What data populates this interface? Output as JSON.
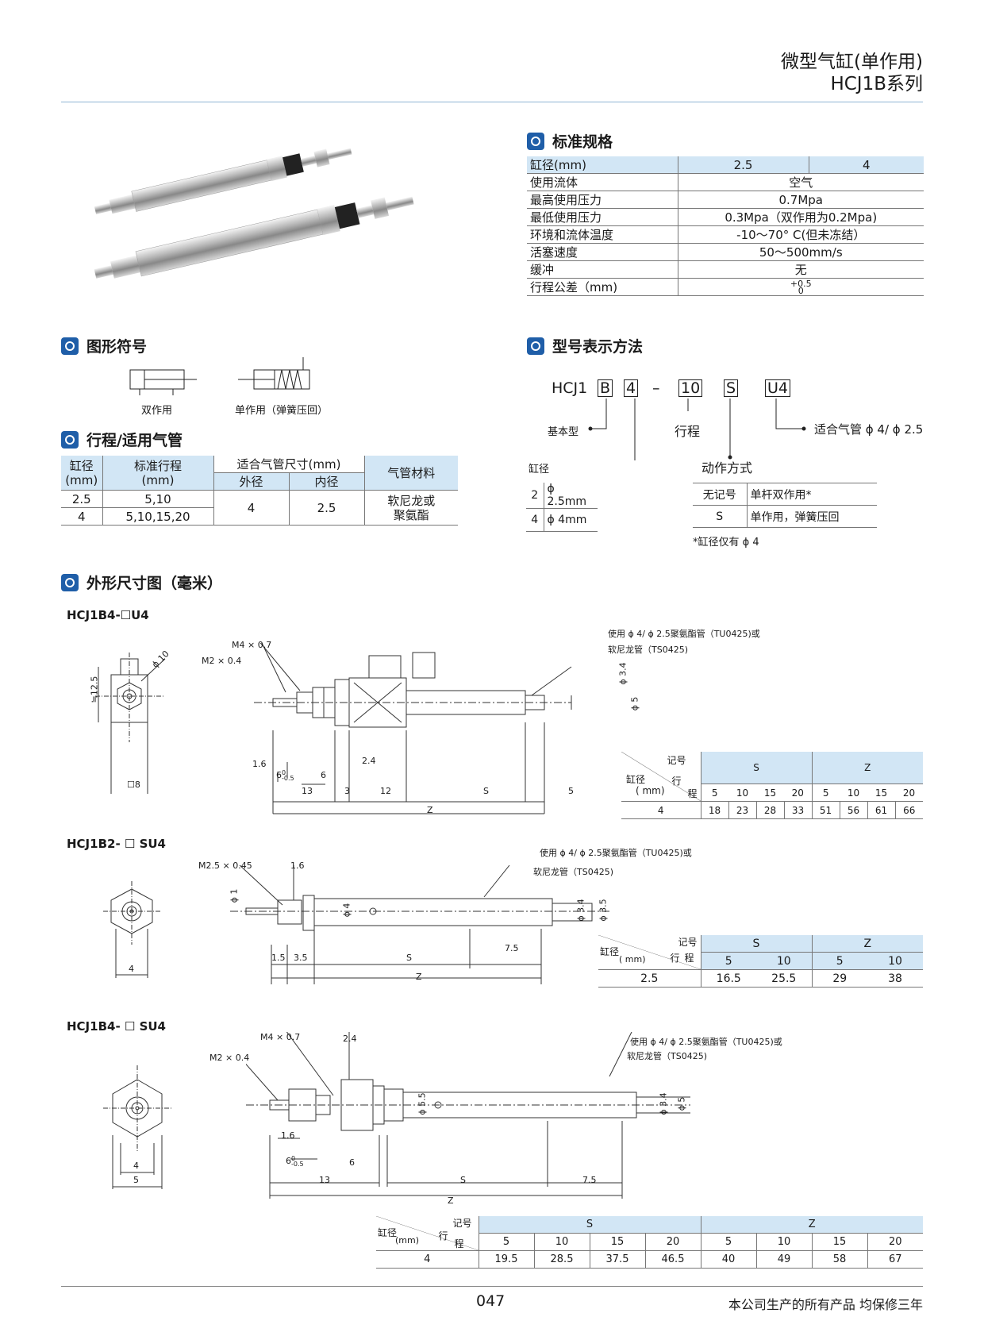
{
  "header": {
    "title": "微型气缸(单作用)",
    "series": "HCJ1B系列"
  },
  "spec": {
    "title": "标准规格",
    "rows": [
      [
        "缸径(mm)",
        "2.5",
        "4"
      ],
      [
        "使用流体",
        "空气"
      ],
      [
        "最高使用压力",
        "0.7Mpa"
      ],
      [
        "最低使用压力",
        "0.3Mpa（双作用为0.2Mpa)"
      ],
      [
        "环境和流体温度",
        "-10～70° C(但未冻结）"
      ],
      [
        "活塞速度",
        "50～500mm/s"
      ],
      [
        "缓冲",
        "无"
      ],
      [
        "行程公差（mm)",
        "+0.5",
        "0"
      ]
    ]
  },
  "symbol": {
    "title": "图形符号",
    "double": "双作用",
    "single": "单作用（弹簧压回）"
  },
  "stroke": {
    "title": "行程/适用气管",
    "h_bore": "缸径",
    "h_bore_unit": "(mm)",
    "h_stroke": "标准行程",
    "h_stroke_unit": "(mm)",
    "h_tube": "适合气管尺寸(mm)",
    "h_outer": "外径",
    "h_inner": "内径",
    "h_mat": "气管材料",
    "r1_bore": "2.5",
    "r1_stroke": "5,10",
    "r2_bore": "4",
    "r2_stroke": "5,10,15,20",
    "outer": "4",
    "inner": "2.5",
    "mat1": "软尼龙或",
    "mat2": "聚氨酯"
  },
  "model": {
    "title": "型号表示方法",
    "prefix": "HCJ1",
    "c1": "B",
    "c2": "4",
    "dash": "–",
    "c3": "10",
    "c4": "S",
    "c5": "U4",
    "basic": "基本型",
    "stroke": "行程",
    "tube": "适合气管 ϕ 4/ ϕ 2.5",
    "bore": "缸径",
    "action": "动作方式",
    "bores": [
      [
        "2",
        "ϕ 2.5mm"
      ],
      [
        "4",
        "ϕ 4mm"
      ]
    ],
    "actions": [
      [
        "无记号",
        "单杆双作用*"
      ],
      [
        "S",
        "单作用，弹簧压回"
      ]
    ],
    "note": "*缸径仅有 ϕ 4"
  },
  "dims": {
    "title": "外形尺寸图（毫米）",
    "tube_note1": "使用 ϕ 4/ ϕ 2.5聚氨酯管（TU0425)或",
    "tube_note2": "软尼龙管（TS0425)",
    "d1": {
      "label": "HCJ1B4-☐U4",
      "m4": "M4 × 0.7",
      "m2": "M2 × 0.4",
      "phi10": "ϕ 10",
      "len125": "≒12.5",
      "sq8": "☐8",
      "phi34": "ϕ 3.4",
      "phi5": "ϕ 5",
      "d16": "1.6",
      "d6a": "6",
      "tol_up": "0",
      "tol_dn": "-0.5",
      "d6b": "6",
      "d24": "2.4",
      "d13": "13",
      "d3": "3",
      "d12": "12",
      "dS": "S",
      "d5": "5",
      "dZ": "Z"
    },
    "t1": {
      "h_code": "记号",
      "h_bore": "缸径",
      "h_unit": "( mm)",
      "h_xing": "行",
      "h_cheng": "程",
      "S": "S",
      "Z": "Z",
      "strokes": [
        "5",
        "10",
        "15",
        "20",
        "5",
        "10",
        "15",
        "20"
      ],
      "bore": "4",
      "vals": [
        "18",
        "23",
        "28",
        "33",
        "51",
        "56",
        "61",
        "66"
      ]
    },
    "d2": {
      "label": "HCJ1B2- ☐ SU4",
      "m25": "M2.5 × 0.45",
      "d16": "1.6",
      "phi1": "ϕ 1",
      "phi4": "ϕ 4",
      "phi34": "ϕ 3.4",
      "phi35": "ϕ 3.5",
      "d15": "1.5",
      "d35": "3.5",
      "dS": "S",
      "d75": "7.5",
      "dZ": "Z",
      "w4": "4"
    },
    "t2": {
      "h_code": "记号",
      "h_bore": "缸径",
      "h_unit": "( mm)",
      "h_xing": "行",
      "h_cheng": "程",
      "S": "S",
      "Z": "Z",
      "strokes": [
        "5",
        "10",
        "5",
        "10"
      ],
      "bore": "2.5",
      "vals": [
        "16.5",
        "25.5",
        "29",
        "38"
      ]
    },
    "d3": {
      "label": "HCJ1B4- ☐ SU4",
      "m4": "M4 × 0.7",
      "m2": "M2 × 0.4",
      "d24": "2.4",
      "phi55": "ϕ 5.5",
      "phi34": "ϕ 3.4",
      "phi5": "ϕ 5",
      "d16": "1.6",
      "d6a": "6",
      "tol_up": "0",
      "tol_dn": "-0.5",
      "d6b": "6",
      "d13": "13",
      "dS": "S",
      "d75": "7.5",
      "dZ": "Z",
      "w4": "4",
      "w5": "5"
    },
    "t3": {
      "h_code": "记号",
      "h_bore": "缸径",
      "h_unit": "(mm)",
      "h_xing": "行",
      "h_cheng": "程",
      "S": "S",
      "Z": "Z",
      "strokes": [
        "5",
        "10",
        "15",
        "20",
        "5",
        "10",
        "15",
        "20"
      ],
      "bore": "4",
      "vals": [
        "19.5",
        "28.5",
        "37.5",
        "46.5",
        "40",
        "49",
        "58",
        "67"
      ]
    }
  },
  "footer": {
    "page": "047",
    "warranty": "本公司生产的所有产品 均保修三年"
  }
}
